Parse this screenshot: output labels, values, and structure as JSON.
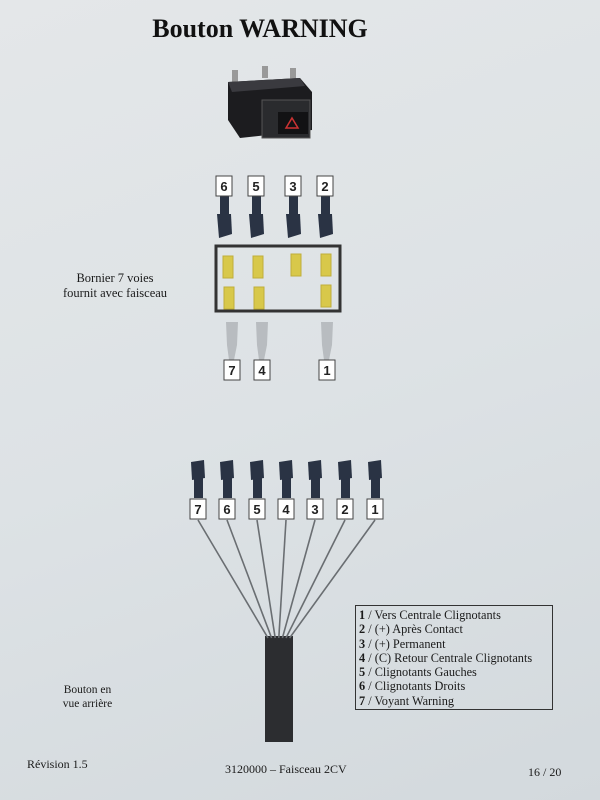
{
  "title": "Bouton WARNING",
  "connector_caption": [
    "Bornier 7 voies",
    "fournit avec faisceau"
  ],
  "top_terminals": [
    "6",
    "5",
    "3",
    "2"
  ],
  "bottom_terminals": [
    "7",
    "4",
    "1"
  ],
  "harness_terminals": [
    "7",
    "6",
    "5",
    "4",
    "3",
    "2",
    "1"
  ],
  "legend": [
    {
      "num": "1",
      "text": " / Vers Centrale Clignotants"
    },
    {
      "num": "2",
      "text": " / (+) Après Contact"
    },
    {
      "num": "3",
      "text": " / (+) Permanent"
    },
    {
      "num": "4",
      "text": " / (C) Retour Centrale Clignotants"
    },
    {
      "num": "5",
      "text": " / Clignotants Gauches"
    },
    {
      "num": "6",
      "text": " / Clignotants Droits"
    },
    {
      "num": "7",
      "text": " / Voyant Warning"
    }
  ],
  "rear_caption": [
    "Bouton en",
    "vue arrière"
  ],
  "footer": {
    "revision": "Révision 1.5",
    "reference": "3120000 – Faisceau 2CV",
    "page": "16 / 20"
  },
  "colors": {
    "pad": "#d8c84a",
    "terminal_dark": "#2a3344",
    "terminal_silver": "#b8bcc0",
    "wire": "#6a6e72"
  }
}
